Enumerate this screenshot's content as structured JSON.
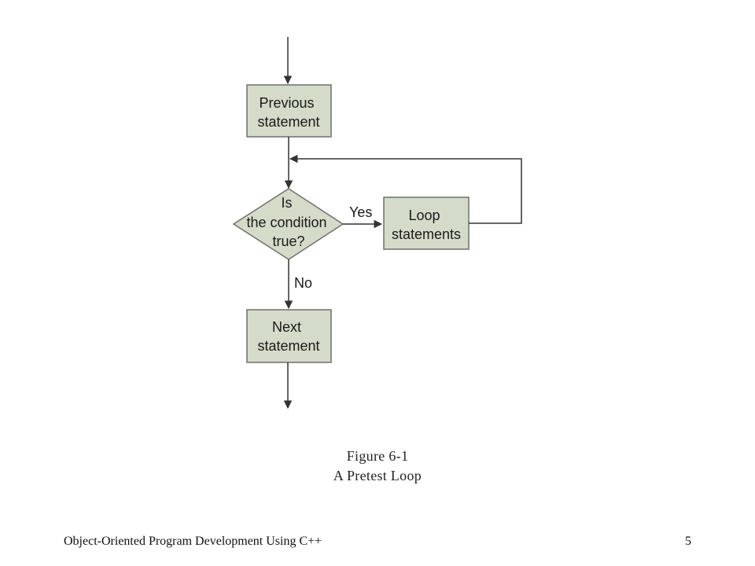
{
  "diagram": {
    "colors": {
      "box_fill": "#d5dbc9",
      "box_stroke": "#6f6f6f",
      "line": "#333333"
    },
    "nodes": {
      "previous": {
        "line1": "Previous",
        "line2": "statement"
      },
      "decision": {
        "line1": "Is",
        "line2": "the condition",
        "line3": "true?"
      },
      "loop": {
        "line1": "Loop",
        "line2": "statements"
      },
      "next": {
        "line1": "Next",
        "line2": "statement"
      }
    },
    "edges": {
      "yes_label": "Yes",
      "no_label": "No"
    }
  },
  "caption": {
    "number": "Figure 6-1",
    "title": "A Pretest Loop"
  },
  "footer": {
    "text": "Object-Oriented Program Development Using C++",
    "page": "5"
  }
}
